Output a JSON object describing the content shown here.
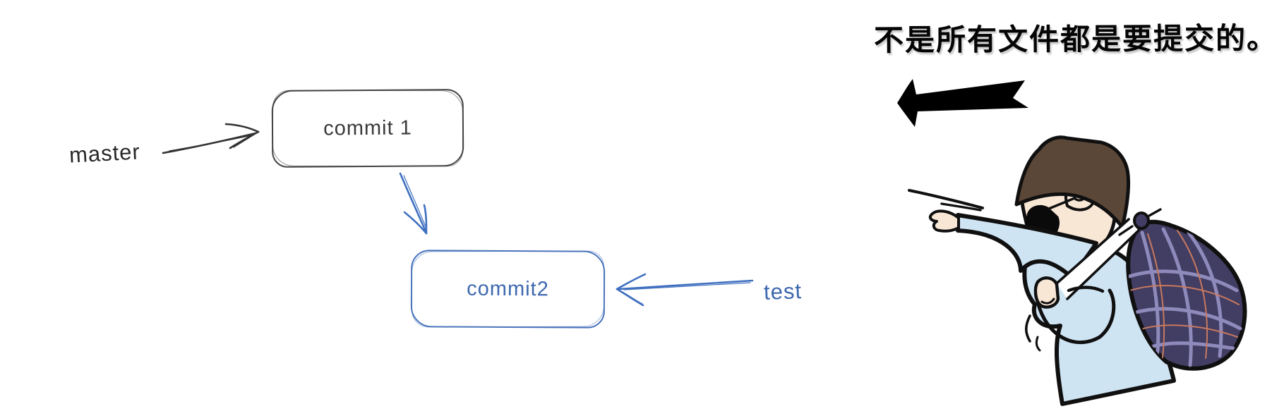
{
  "caption": {
    "text": "不是所有文件都是要提交的。",
    "color": "#050505"
  },
  "pointer_arrow": {
    "icon": "left-pointing-arrow-icon",
    "color": "#000000",
    "direction": "left"
  },
  "diagram": {
    "nodes": [
      {
        "id": "commit1",
        "label": "commit 1",
        "stroke": "#454545",
        "text_color": "#3a3a3a"
      },
      {
        "id": "commit2",
        "label": "commit2",
        "stroke": "#4a74bc",
        "text_color": "#3e68b0"
      }
    ],
    "branch_labels": [
      {
        "id": "master",
        "label": "master",
        "color": "#282828",
        "points_to": "commit1"
      },
      {
        "id": "test",
        "label": "test",
        "color": "#3c67ae",
        "points_to": "commit2"
      }
    ],
    "edges": [
      {
        "from": "commit1",
        "to": "commit2",
        "color": "#4070c0"
      }
    ]
  },
  "illustration": {
    "name": "cartoon-thief-with-sack",
    "colors": {
      "robe": "#cfe4f3",
      "hat": "#5b4737",
      "skin": "#f9e7d6",
      "mask": "#0a0a0a",
      "sack": "#423d62",
      "plaid_light": "#8e8abb",
      "plaid_accent": "#c7795f",
      "outline": "#101010"
    }
  }
}
